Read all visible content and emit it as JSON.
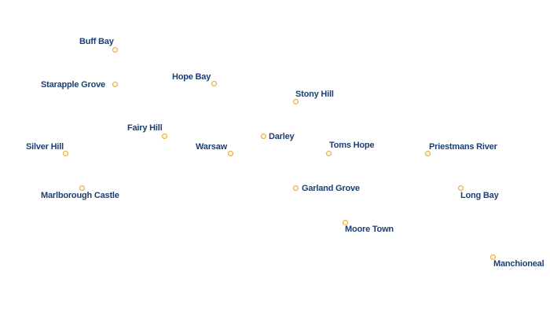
{
  "map": {
    "colors": {
      "label_text": "#1c3f72",
      "label_halo": "#ffffff",
      "marker_fill": "#fff6dd",
      "marker_stroke": "#e0a93a"
    },
    "places": [
      {
        "id": "buff-bay",
        "name": "Buff Bay"
      },
      {
        "id": "starapple-grove",
        "name": "Starapple Grove"
      },
      {
        "id": "hope-bay",
        "name": "Hope Bay"
      },
      {
        "id": "stony-hill",
        "name": "Stony Hill"
      },
      {
        "id": "fairy-hill",
        "name": "Fairy Hill"
      },
      {
        "id": "darley",
        "name": "Darley"
      },
      {
        "id": "silver-hill",
        "name": "Silver Hill"
      },
      {
        "id": "warsaw",
        "name": "Warsaw"
      },
      {
        "id": "toms-hope",
        "name": "Toms Hope"
      },
      {
        "id": "priestmans-river",
        "name": "Priestmans River"
      },
      {
        "id": "marlborough-castle",
        "name": "Marlborough Castle"
      },
      {
        "id": "garland-grove",
        "name": "Garland Grove"
      },
      {
        "id": "long-bay",
        "name": "Long Bay"
      },
      {
        "id": "moore-town",
        "name": "Moore Town"
      },
      {
        "id": "manchioneal",
        "name": "Manchioneal"
      }
    ]
  }
}
